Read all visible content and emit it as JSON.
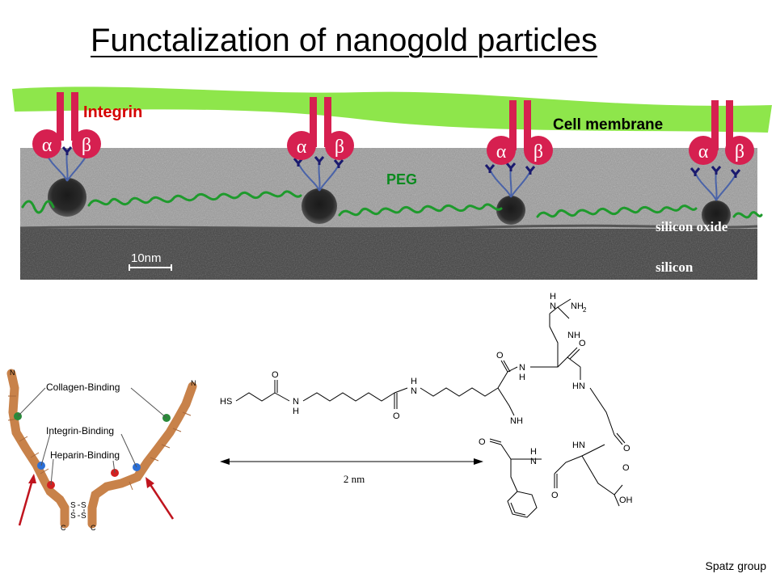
{
  "title": "Functalization of nanogold particles",
  "figure": {
    "labels": {
      "integrin": "Integrin",
      "cell_membrane": "Cell membrane",
      "peg": "PEG",
      "silicon_oxide": "silicon oxide",
      "silicon": "silicon",
      "scale_bar": "10nm",
      "alpha": "α",
      "beta": "β"
    },
    "fibronectin": {
      "n_terminus": "N",
      "c_terminus": "C",
      "disulfide": "S",
      "collagen_binding": "Collagen-Binding",
      "integrin_binding": "Integrin-Binding",
      "heparin_binding": "Heparin-Binding"
    },
    "molecule": {
      "atoms": {
        "HS": "HS",
        "N": "N",
        "H": "H",
        "O": "O",
        "NH": "NH",
        "HN": "HN",
        "NH2": "NH",
        "two": "2",
        "OH": "OH"
      },
      "distance": "2 nm"
    }
  },
  "credit": "Spatz group",
  "colors": {
    "membrane": "#8ee64b",
    "integrin": "#d62050",
    "peg": "#1e9a2c",
    "label_red": "#d50000",
    "peg_label": "#0a8a1e"
  }
}
